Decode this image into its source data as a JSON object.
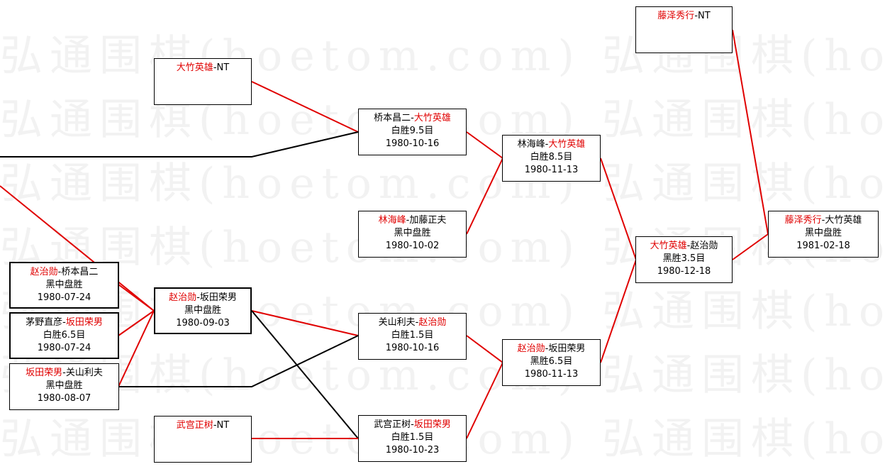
{
  "watermark": "弘通围棋(hoetom.com) 弘通围棋(hoetom.com)",
  "colors": {
    "winner": "#e00000",
    "line_red": "#e00000",
    "line_black": "#000000"
  },
  "games": {
    "g1": {
      "a": "大竹英雄",
      "s": "-",
      "b": "NT",
      "win": "a",
      "result": "",
      "date": ""
    },
    "g2": {
      "a": "赵治勋",
      "s": "-",
      "b": "桥本昌二",
      "win": "a",
      "result": "黑中盘胜",
      "date": "1980-07-24"
    },
    "g3": {
      "a": "茅野直彦",
      "s": "-",
      "b": "坂田荣男",
      "win": "b",
      "result": "白胜6.5目",
      "date": "1980-07-24"
    },
    "g4": {
      "a": "坂田荣男",
      "s": "-",
      "b": "关山利夫",
      "win": "a",
      "result": "黑中盘胜",
      "date": "1980-08-07"
    },
    "g5": {
      "a": "赵治勋",
      "s": "-",
      "b": "坂田荣男",
      "win": "a",
      "result": "黑中盘胜",
      "date": "1980-09-03"
    },
    "g6": {
      "a": "武宫正树",
      "s": "-",
      "b": "NT",
      "win": "a",
      "result": "",
      "date": ""
    },
    "g7": {
      "a": "桥本昌二",
      "s": "-",
      "b": "大竹英雄",
      "win": "b",
      "result": "白胜9.5目",
      "date": "1980-10-16"
    },
    "g8": {
      "a": "林海峰",
      "s": "-",
      "b": "加藤正夫",
      "win": "a",
      "result": "黑中盘胜",
      "date": "1980-10-02"
    },
    "g9": {
      "a": "关山利夫",
      "s": "-",
      "b": "赵治勋",
      "win": "b",
      "result": "白胜1.5目",
      "date": "1980-10-16"
    },
    "g10": {
      "a": "武宫正树",
      "s": "-",
      "b": "坂田荣男",
      "win": "b",
      "result": "白胜1.5目",
      "date": "1980-10-23"
    },
    "g11": {
      "a": "林海峰",
      "s": "-",
      "b": "大竹英雄",
      "win": "b",
      "result": "白胜8.5目",
      "date": "1980-11-13"
    },
    "g12": {
      "a": "赵治勋",
      "s": "-",
      "b": "坂田荣男",
      "win": "a",
      "result": "黑胜6.5目",
      "date": "1980-11-13"
    },
    "g13": {
      "a": "大竹英雄",
      "s": "-",
      "b": "赵治勋",
      "win": "a",
      "result": "黑胜3.5目",
      "date": "1980-12-18"
    },
    "g14": {
      "a": "藤泽秀行",
      "s": "-",
      "b": "NT",
      "win": "a",
      "result": "",
      "date": ""
    },
    "g15": {
      "a": "藤泽秀行",
      "s": "-",
      "b": "大竹英雄",
      "win": "a",
      "result": "黑中盘胜",
      "date": "1981-02-18"
    }
  }
}
